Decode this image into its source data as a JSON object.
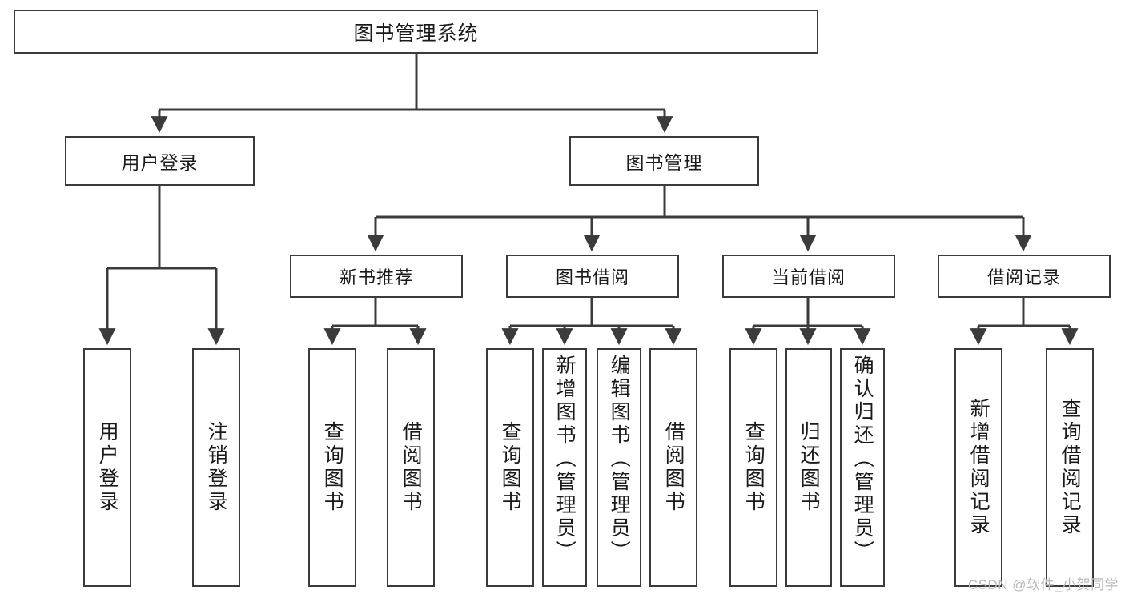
{
  "diagram": {
    "title": "图书管理系统",
    "watermark": "CSDN @软件_小贺同学",
    "colors": {
      "stroke": "#3b3b3b",
      "fill": "#ffffff",
      "text": "#1a1a1a",
      "watermark": "#b9b9b9"
    },
    "root": {
      "label": "图书管理系统"
    },
    "level2": [
      {
        "label": "用户登录"
      },
      {
        "label": "图书管理"
      }
    ],
    "level3": [
      {
        "label": "新书推荐"
      },
      {
        "label": "图书借阅"
      },
      {
        "label": "当前借阅"
      },
      {
        "label": "借阅记录"
      }
    ],
    "leaves": [
      {
        "label": "用户登录",
        "parent": "用户登录"
      },
      {
        "label": "注销登录",
        "parent": "用户登录"
      },
      {
        "label": "查询图书",
        "parent": "新书推荐"
      },
      {
        "label": "借阅图书",
        "parent": "新书推荐"
      },
      {
        "label": "查询图书",
        "parent": "图书借阅"
      },
      {
        "label": "新增图书（管理员）",
        "parent": "图书借阅"
      },
      {
        "label": "编辑图书（管理员）",
        "parent": "图书借阅"
      },
      {
        "label": "借阅图书",
        "parent": "图书借阅"
      },
      {
        "label": "查询图书",
        "parent": "当前借阅"
      },
      {
        "label": "归还图书",
        "parent": "当前借阅"
      },
      {
        "label": "确认归还（管理员）",
        "parent": "当前借阅"
      },
      {
        "label": "新增借阅记录",
        "parent": "借阅记录"
      },
      {
        "label": "查询借阅记录",
        "parent": "借阅记录"
      }
    ]
  }
}
